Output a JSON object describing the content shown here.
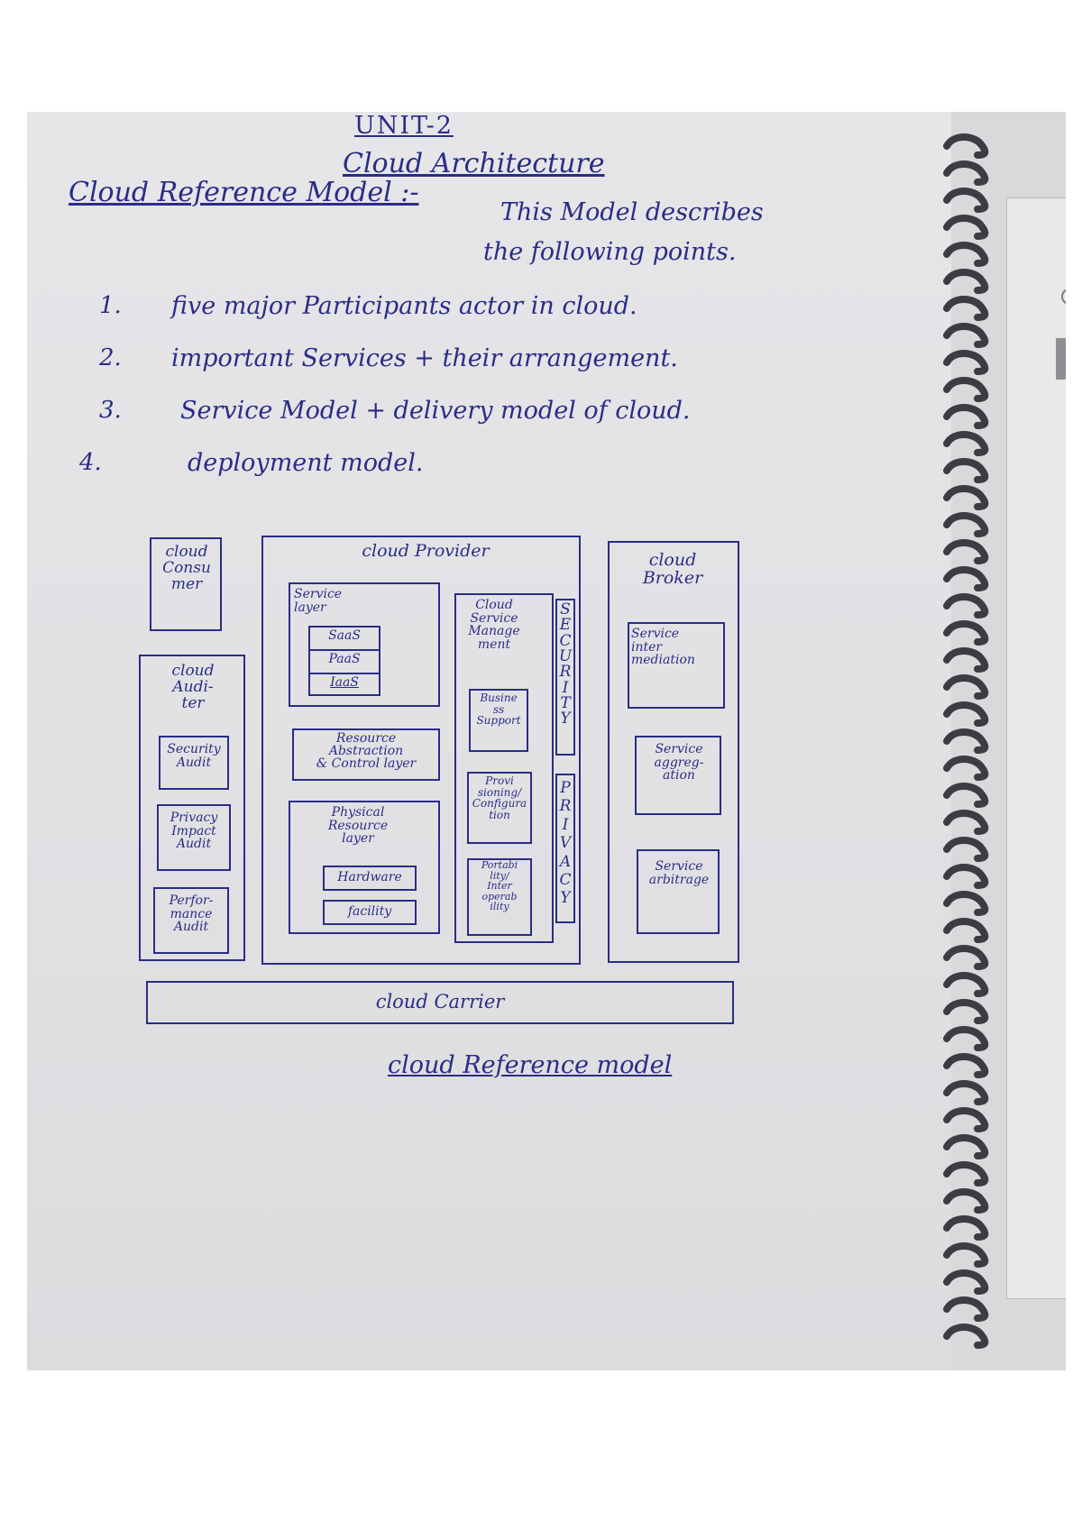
{
  "title": {
    "unit": "UNIT-2",
    "chapter": "Cloud Architecture",
    "heading": "Cloud Reference Model :-",
    "intro_line1": "This Model describes",
    "intro_line2": "the following points."
  },
  "points": [
    {
      "num": "1.",
      "text": "five major Participants actor in cloud."
    },
    {
      "num": "2.",
      "text": "important Services + their arrangement."
    },
    {
      "num": "3.",
      "text": "Service Model + delivery model of cloud."
    },
    {
      "num": "4.",
      "text": "deployment model."
    }
  ],
  "diagram": {
    "consumer": "cloud\nConsu\nmer",
    "auditor": {
      "title": "cloud\nAudi-\nter",
      "items": [
        "Security\nAudit",
        "Privacy\nImpact\nAudit",
        "Perfor-\nmance\nAudit"
      ]
    },
    "provider": {
      "title": "cloud Provider",
      "service_layer": "Service\nlayer",
      "service_models": [
        "SaaS",
        "PaaS",
        "IaaS"
      ],
      "resource_abstraction": "Resource\nAbstraction\n& Control layer",
      "physical_layer": "Physical\nResource\nlayer",
      "physical_items": [
        "Hardware",
        "facility"
      ],
      "management_title": "Cloud\nService\nManage\nment",
      "management_items": [
        "Busine\nss\nSupport",
        "Provi\nsioning/\nConfigura\ntion",
        "Portabi\nlity/\nInter\noperab\nility"
      ],
      "security": "S\nE\nC\nU\nR\nI\nT\nY",
      "privacy": "P\nR\nI\nV\nA\nC\nY"
    },
    "broker": {
      "title": "cloud\nBroker",
      "items": [
        "Service\ninter\nmediation",
        "Service\naggreg-\nation",
        "Service\narbitrage"
      ]
    },
    "carrier": "cloud Carrier",
    "caption": "cloud Reference model"
  },
  "colors": {
    "ink": "#2a2d86",
    "paper": "#e4e4e7"
  }
}
